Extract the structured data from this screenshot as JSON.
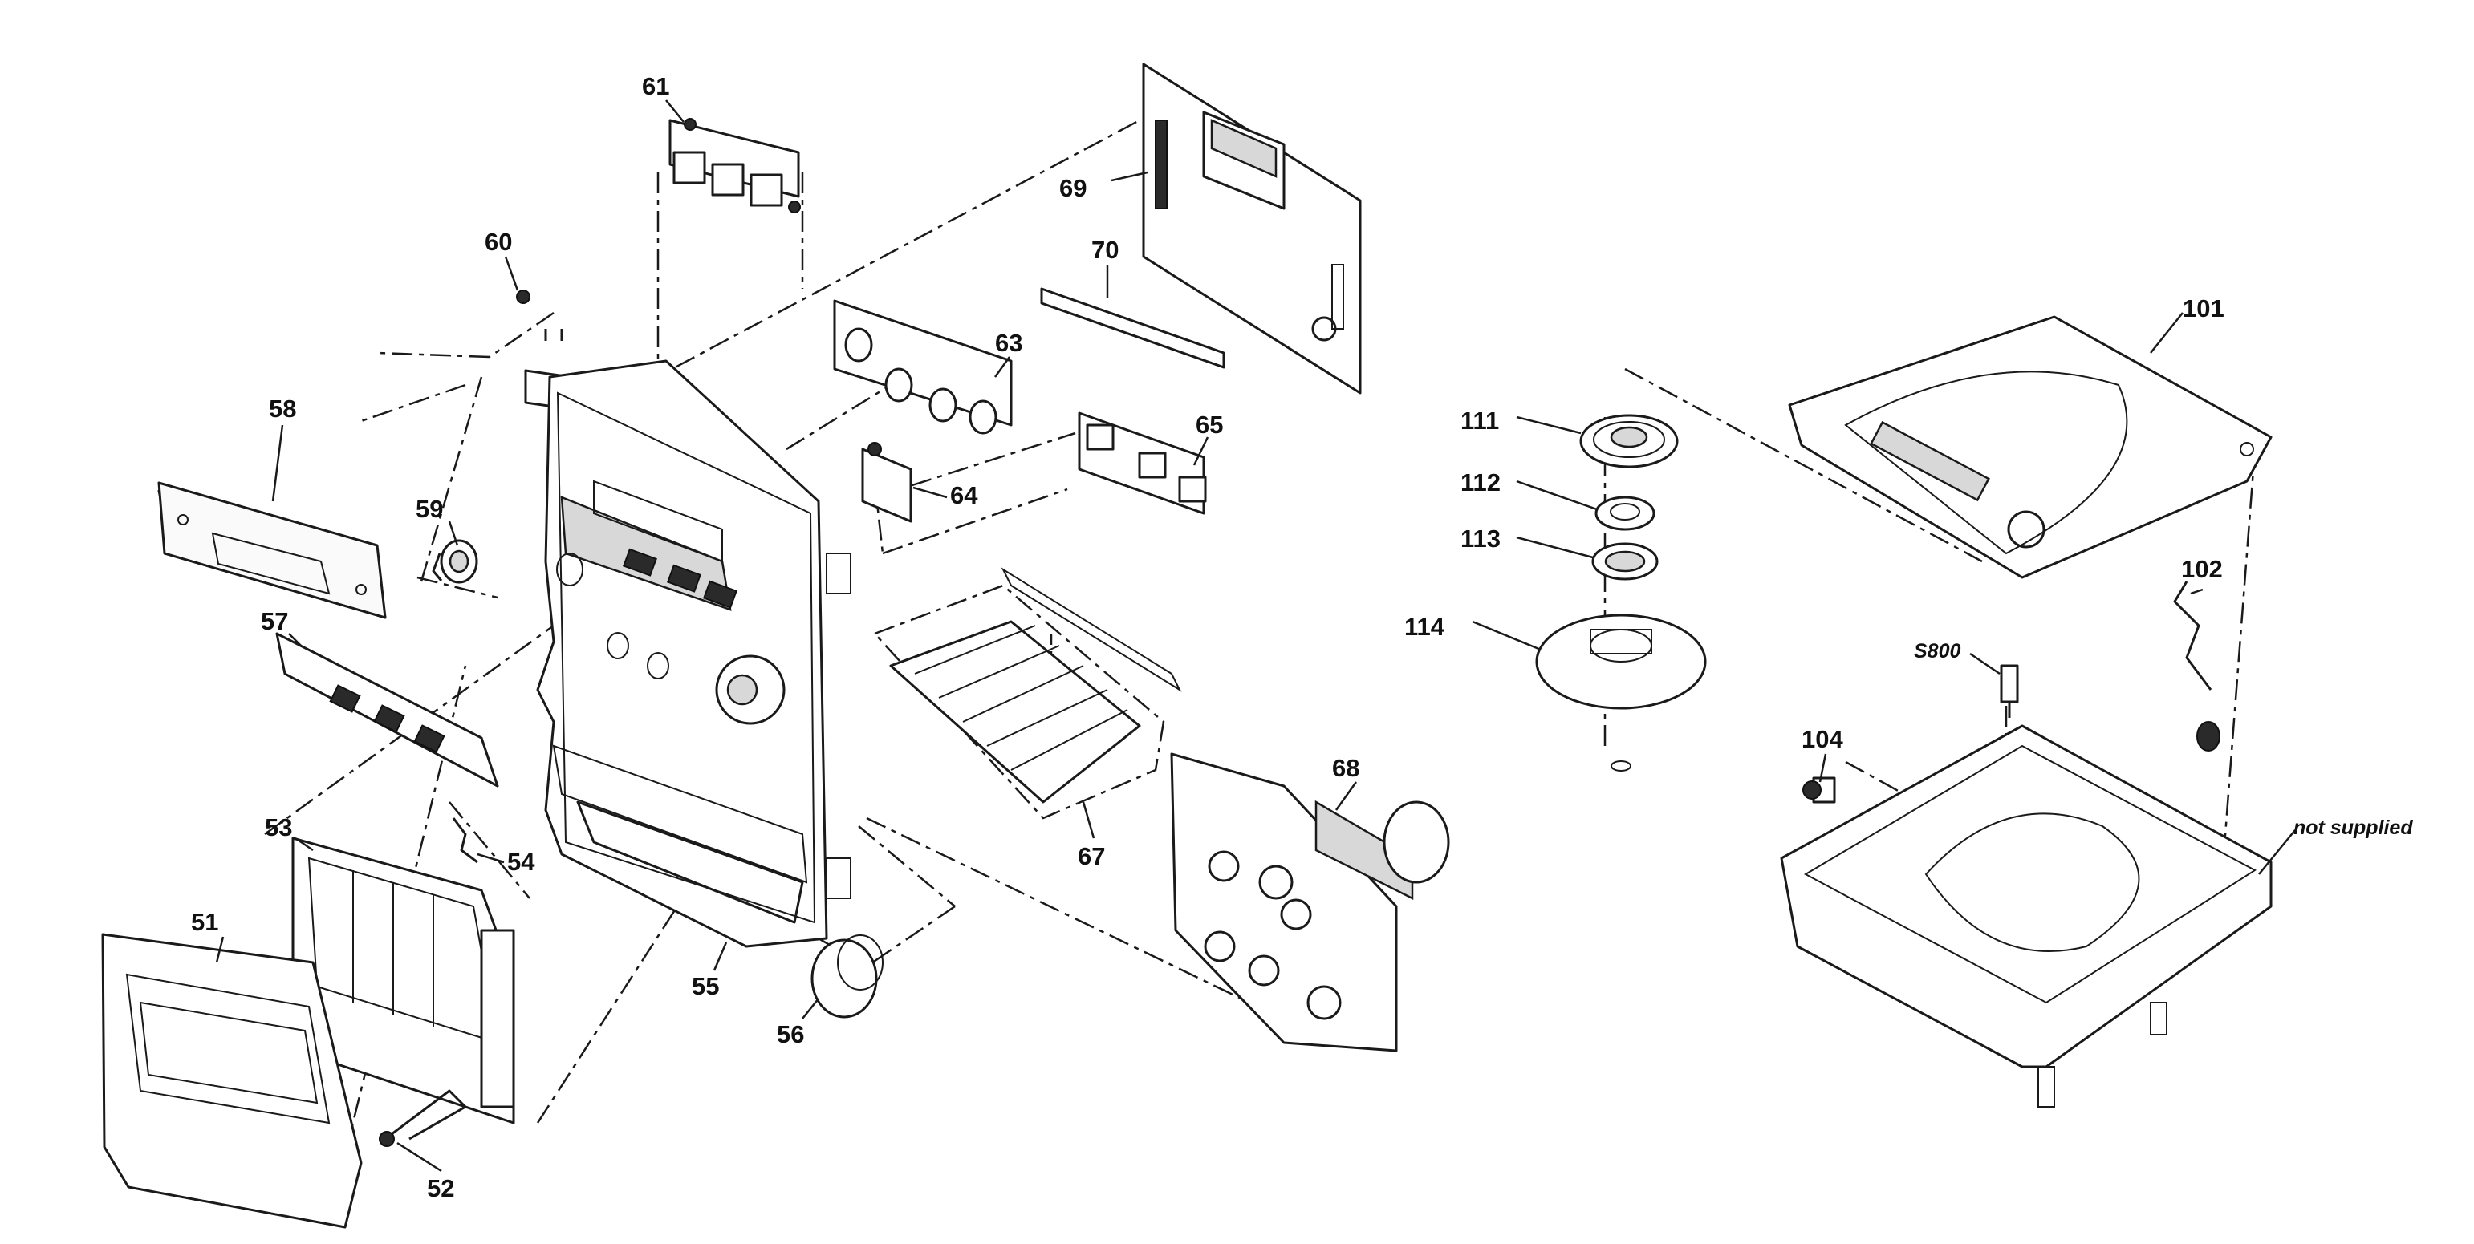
{
  "labels": {
    "p51": "51",
    "p52": "52",
    "p53": "53",
    "p54": "54",
    "p55": "55",
    "p56": "56",
    "p57": "57",
    "p58": "58",
    "p59": "59",
    "p60": "60",
    "p61": "61",
    "p63": "63",
    "p64": "64",
    "p65": "65",
    "p67": "67",
    "p68": "68",
    "p69": "69",
    "p70": "70",
    "p101": "101",
    "p102": "102",
    "p104": "104",
    "p111": "111",
    "p112": "112",
    "p113": "113",
    "p114": "114",
    "s800": "S800",
    "not_supplied": "not supplied"
  }
}
